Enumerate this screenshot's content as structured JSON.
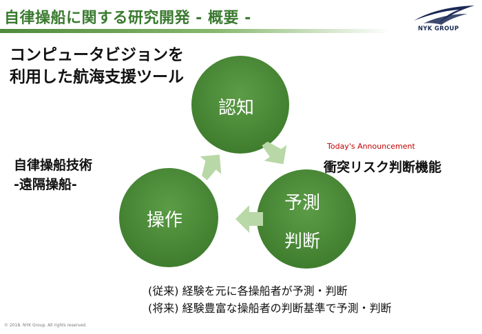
{
  "header": {
    "title": "自律操船に関する研究開発 - 概要 -",
    "logo_text": "NYK GROUP"
  },
  "subtitle": {
    "line1": "コンピュータビジョンを",
    "line2": "利用した航海支援ツール"
  },
  "cycle": {
    "recognition": "認知",
    "prediction_line1": "予測",
    "prediction_line2": "判断",
    "operation": "操作"
  },
  "announcement": {
    "label": "Today's Announcement",
    "feature": "衝突リスク判断機能"
  },
  "technology": {
    "line1": "自律操船技術",
    "line2": "-遠隔操船-"
  },
  "notes": {
    "past": "(従来) 経験を元に各操船者が予測・判断",
    "future": "(将来) 経験豊富な操船者の判断基準で予測・判断"
  },
  "footer": {
    "copyright": "© 2018. NYK Group. All rights reserved."
  },
  "colors": {
    "title_green": "#3a7a2f",
    "circle_green": "#4b8a36",
    "arrow_green": "#b9d8a7",
    "announce_red": "#c00000"
  }
}
